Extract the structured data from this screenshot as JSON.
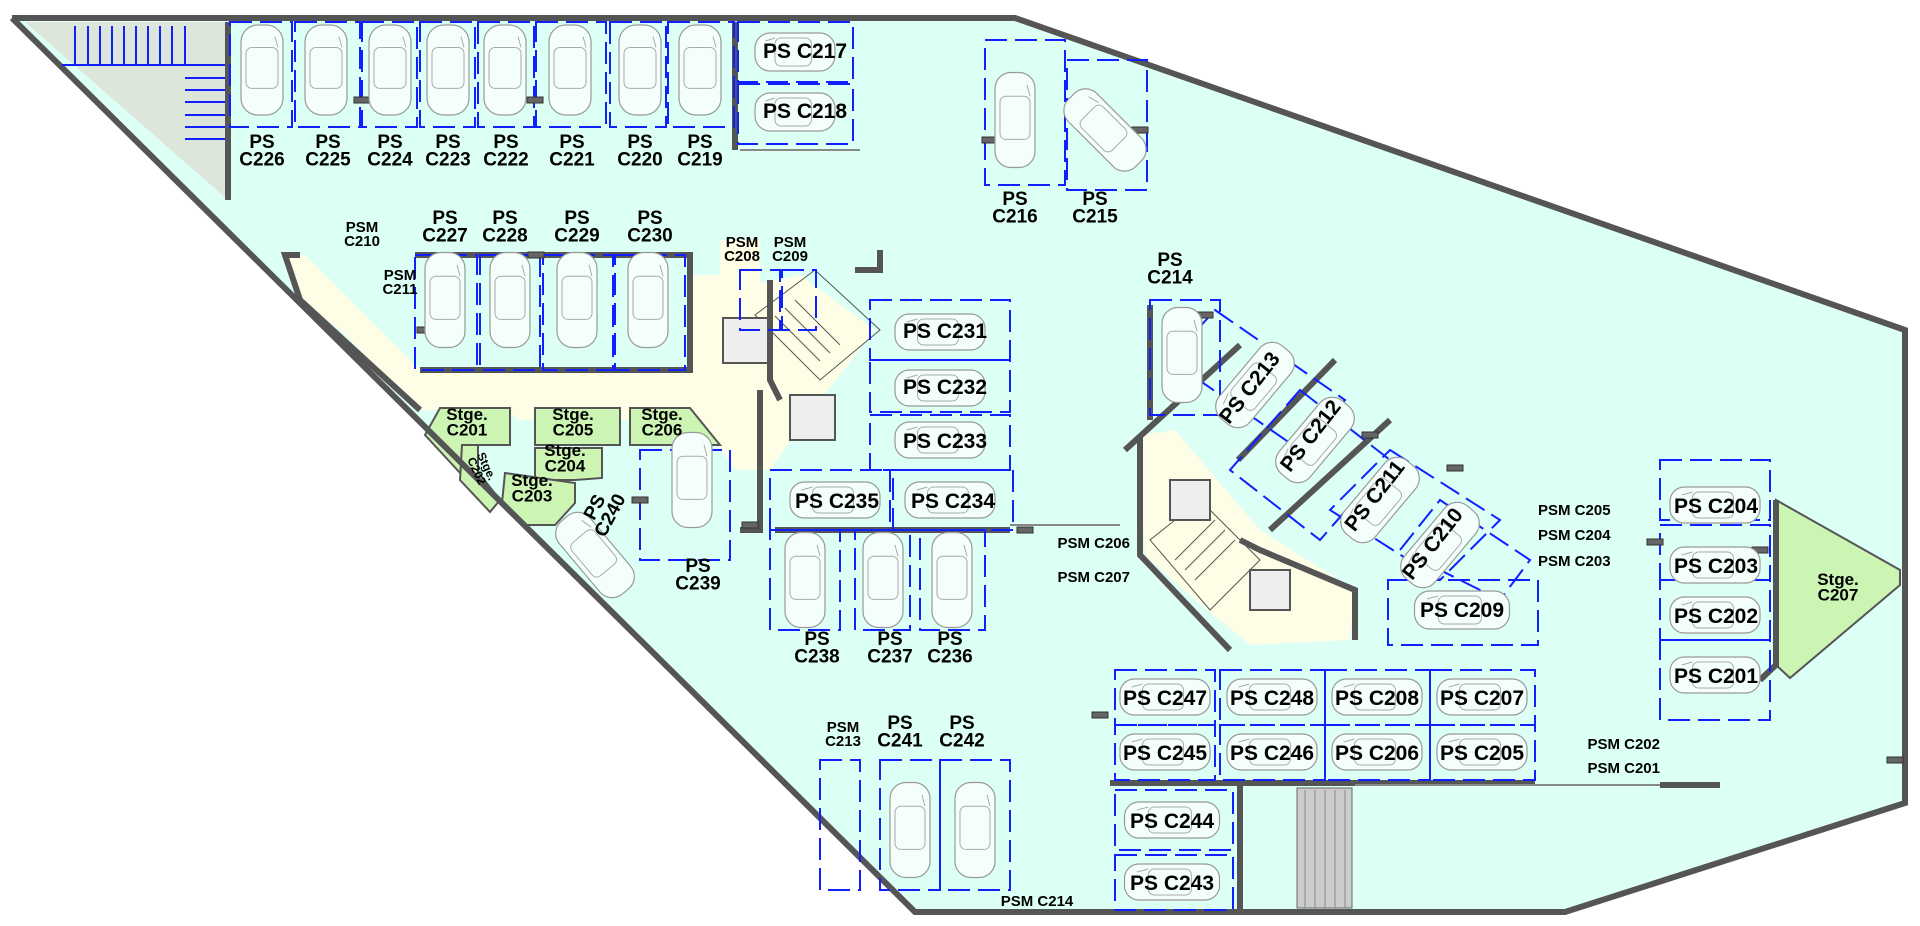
{
  "title": "Parking level floor plan",
  "colors": {
    "floor": "#dcfff6",
    "corridor": "#fefde6",
    "storage": "#ccf5b4",
    "bike_area": "#dde6da",
    "bay_lines": "#1020ff",
    "walls": "#555555"
  },
  "labels": {
    "ps_c226": "PS C226",
    "ps_c225": "PS C225",
    "ps_c224": "PS C224",
    "ps_c223": "PS C223",
    "ps_c222": "PS C222",
    "ps_c221": "PS C221",
    "ps_c220": "PS C220",
    "ps_c219": "PS C219",
    "ps_c217": "PS C217",
    "ps_c218": "PS C218",
    "ps_c216": "PS C216",
    "ps_c215": "PS C215",
    "psm_c210": "PSM C210",
    "ps_c227": "PS C227",
    "ps_c228": "PS C228",
    "ps_c229": "PS C229",
    "ps_c230": "PS C230",
    "psm_c208": "PSM C208",
    "psm_c209": "PSM C209",
    "psm_c211": "PSM C211",
    "ps_c214": "PS C214",
    "ps_c231": "PS C231",
    "ps_c232": "PS C232",
    "ps_c233": "PS C233",
    "ps_c235": "PS C235",
    "ps_c234": "PS C234",
    "stge_c201": "Stge. C201",
    "stge_c205": "Stge. C205",
    "stge_c206": "Stge. C206",
    "stge_c204": "Stge. C204",
    "stge_c203": "Stge. C203",
    "stge_c202": "Stge. C202",
    "ps_c240": "PS C240",
    "ps_c239": "PS C239",
    "ps_c238": "PS C238",
    "ps_c237": "PS C237",
    "ps_c236": "PS C236",
    "psm_c206": "PSM C206",
    "psm_c207": "PSM C207",
    "ps_c213": "PS C213",
    "ps_c212": "PS C212",
    "ps_c211": "PS C211",
    "ps_c210": "PS C210",
    "psm_c205": "PSM C205",
    "psm_c204": "PSM C204",
    "psm_c203": "PSM C203",
    "ps_c209": "PS C209",
    "ps_c204": "PS C204",
    "ps_c203": "PS C203",
    "ps_c202": "PS C202",
    "ps_c201": "PS C201",
    "stge_c207": "Stge. C207",
    "psm_c202": "PSM C202",
    "psm_c201": "PSM C201",
    "ps_c247": "PS C247",
    "ps_c248": "PS C248",
    "ps_c208": "PS C208",
    "ps_c207": "PS C207",
    "ps_c245": "PS C245",
    "ps_c246": "PS C246",
    "ps_c206": "PS C206",
    "ps_c205": "PS C205",
    "ps_c244": "PS C244",
    "ps_c243": "PS C243",
    "psm_c213": "PSM C213",
    "ps_c241": "PS C241",
    "ps_c242": "PS C242",
    "psm_c214": "PSM C214"
  }
}
